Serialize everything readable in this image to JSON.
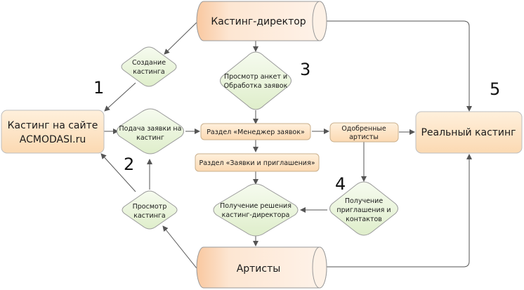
{
  "nodes": {
    "casting_director": "Кастинг-директор",
    "artists": "Артисты",
    "site_casting_line1": "Кастинг на сайте",
    "site_casting_line2": "ACMODASI.ru",
    "real_casting": "Реальный кастинг",
    "create_casting_line1": "Создание",
    "create_casting_line2": "кастинга",
    "submit_app_line1": "Подача заявки на",
    "submit_app_line2": "кастинг",
    "view_casting_line1": "Просмотр",
    "view_casting_line2": "кастинга",
    "review_line1": "Просмотр анкет и",
    "review_line2": "Обработка заявок",
    "manager_section": "Раздел «Менеджер заявок»",
    "invitations_section": "Раздел «Заявки и приглашения»",
    "decision_line1": "Получение решения",
    "decision_line2": "кастинг-директора",
    "approved_line1": "Одобренные",
    "approved_line2": "артисты",
    "invite_line1": "Получение",
    "invite_line2": "приглашения и",
    "invite_line3": "контактов"
  },
  "steps": [
    "1",
    "2",
    "3",
    "4",
    "5"
  ],
  "colors": {
    "orange_fill": "#fde3c6",
    "green_fill": "#eaf5dc",
    "stroke": "#8a8a8a",
    "line": "#555555"
  }
}
